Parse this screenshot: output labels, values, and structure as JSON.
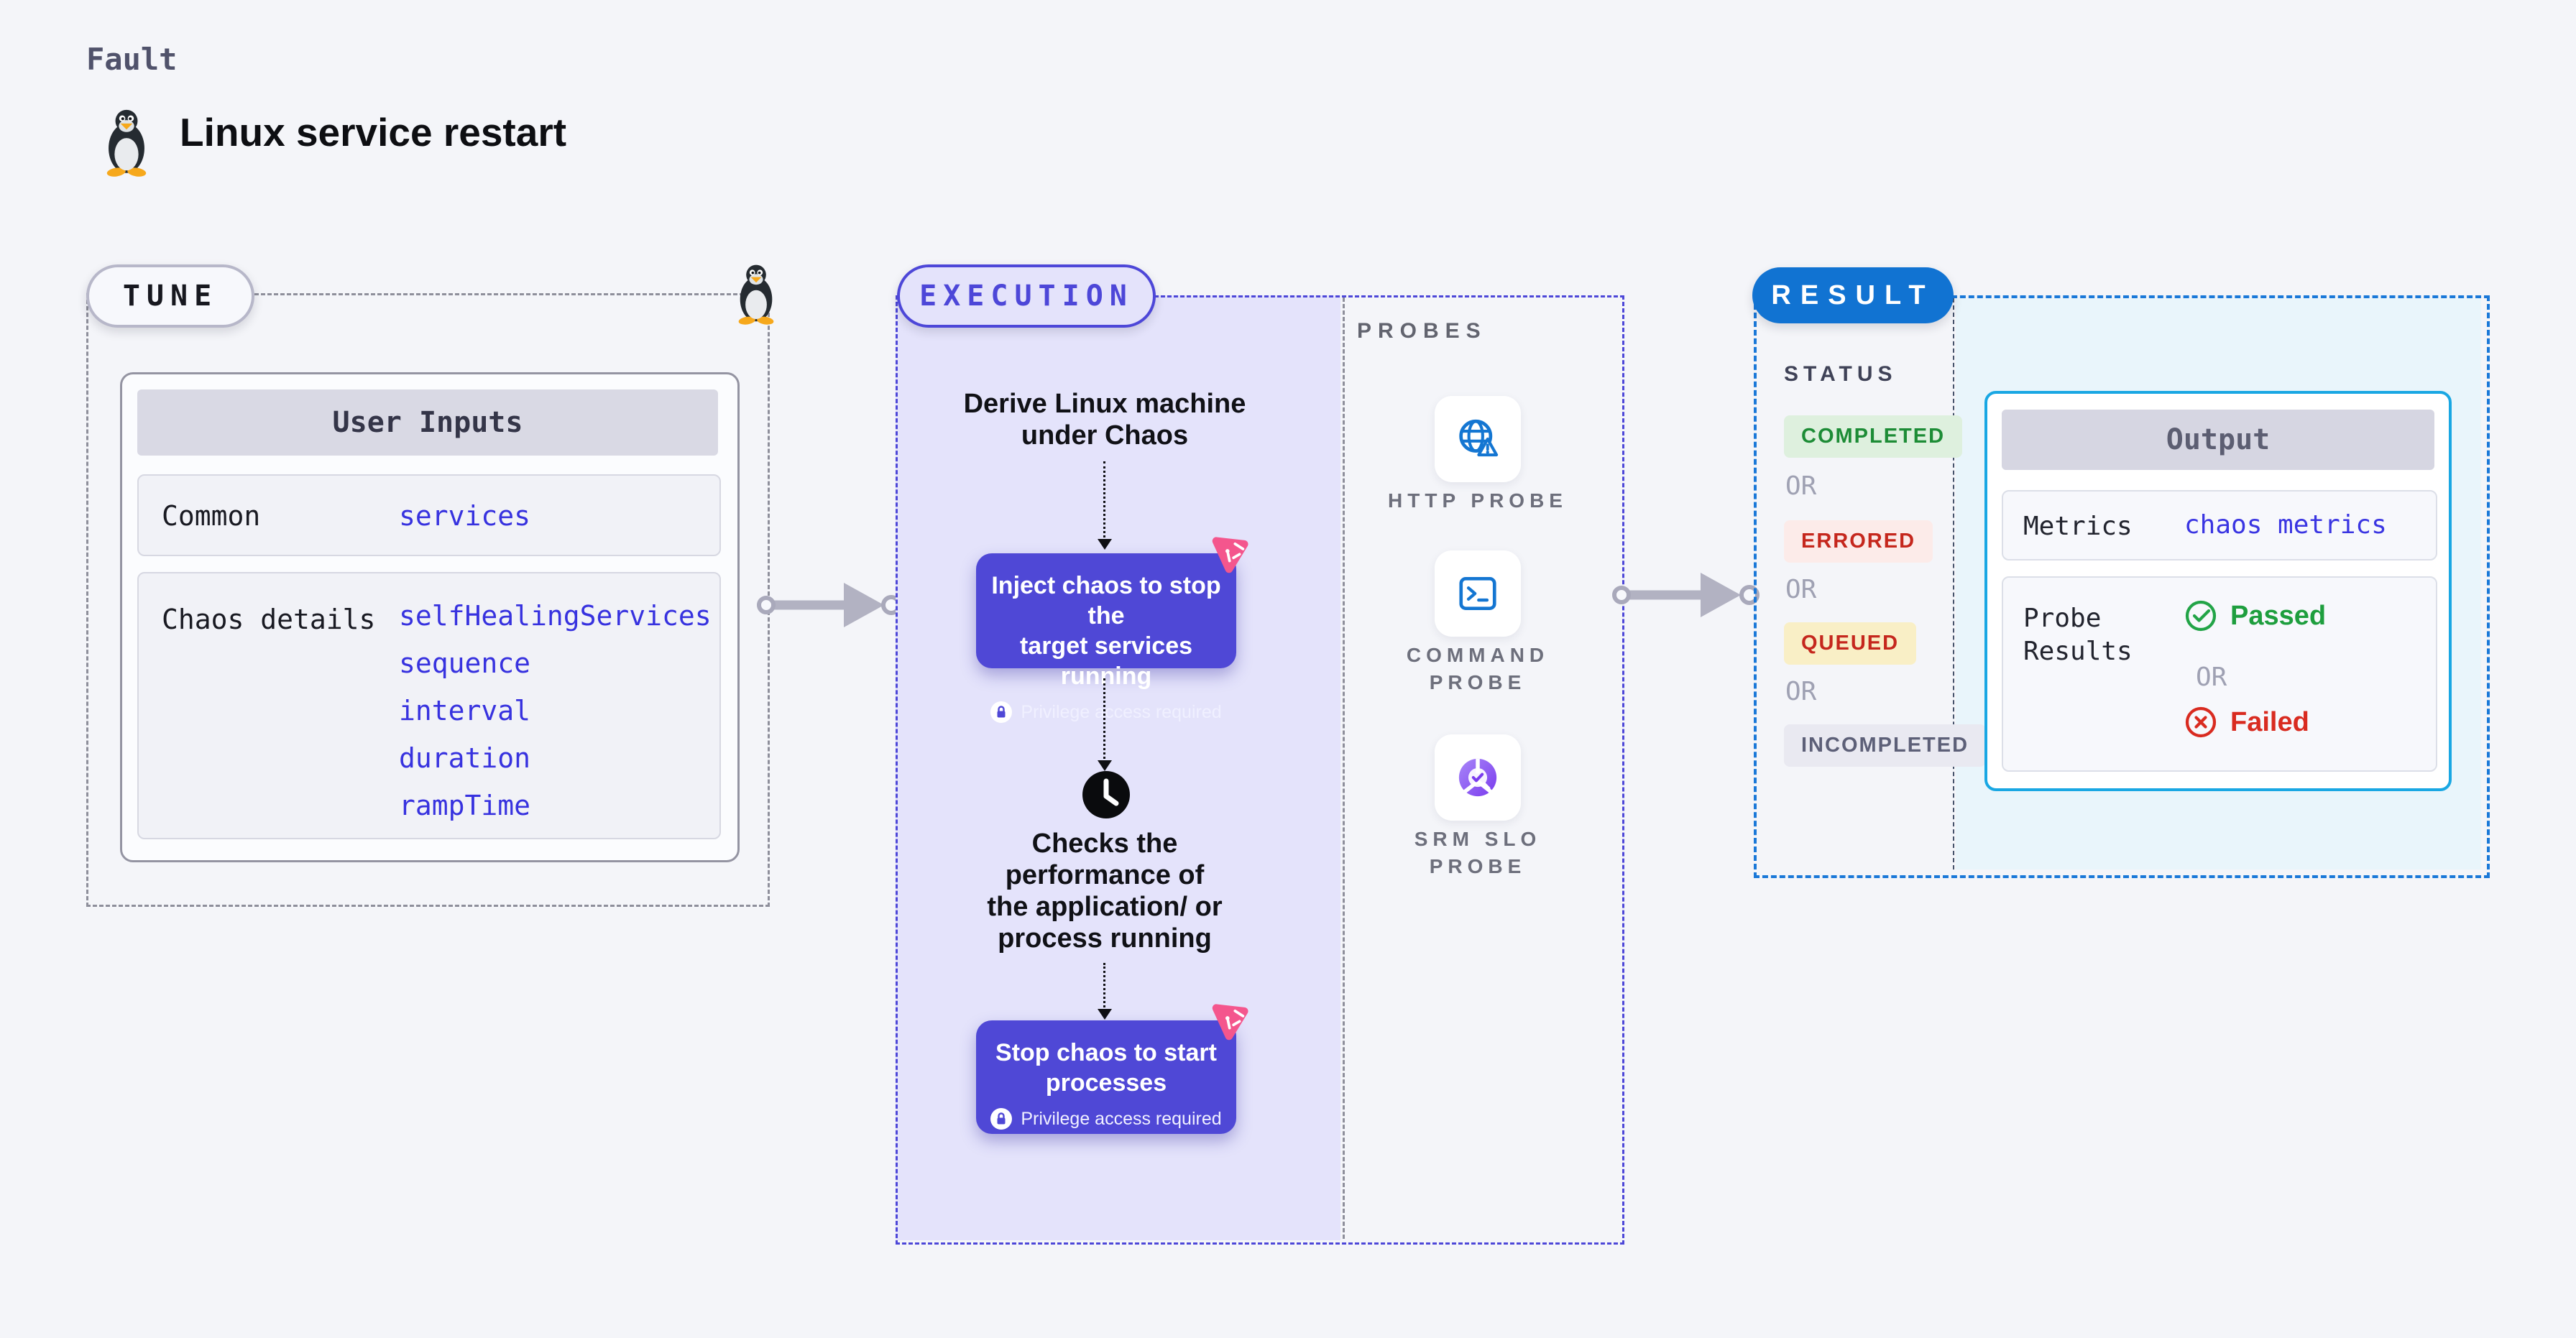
{
  "colors": {
    "page_bg": "#f4f5f9",
    "execution_accent": "#4d47d8",
    "execution_fill": "#e4e3fb",
    "chaos_button": "#4f48d6",
    "value_blue": "#3732df",
    "result_blue": "#1173d2",
    "result_border": "#1a78d8",
    "output_border": "#19a7e3",
    "success_green": "#1d8c36",
    "error_red": "#c5271d",
    "chaos_pink": "#f4568d"
  },
  "header": {
    "fault_label": "Fault",
    "title": "Linux service restart"
  },
  "tune": {
    "pill": "TUNE",
    "user_inputs": {
      "header": "User Inputs",
      "rows": [
        {
          "label": "Common",
          "values": [
            "services"
          ]
        },
        {
          "label": "Chaos details",
          "values": [
            "selfHealingServices",
            "sequence",
            "interval",
            "duration",
            "rampTime"
          ]
        }
      ]
    }
  },
  "execution": {
    "pill": "EXECUTION",
    "derive_lines": [
      "Derive Linux machine",
      "under Chaos"
    ],
    "inject_lines": [
      "Inject chaos to stop the",
      "target services running"
    ],
    "privilege_note": "Privilege access required",
    "checks_lines": [
      "Checks the",
      "performance of",
      "the application/ or",
      "process running"
    ],
    "stop_lines": [
      "Stop chaos to start",
      "processes"
    ]
  },
  "probes": {
    "title": "PROBES",
    "items": [
      {
        "label": "HTTP PROBE",
        "icon": "globe-alert-icon"
      },
      {
        "label": "COMMAND PROBE",
        "icon": "terminal-icon"
      },
      {
        "label": "SRM SLO PROBE",
        "icon": "slo-donut-icon"
      }
    ]
  },
  "result": {
    "pill": "RESULT",
    "status_title": "STATUS",
    "or_label": "OR",
    "statuses": [
      {
        "label": "COMPLETED"
      },
      {
        "label": "ERRORED"
      },
      {
        "label": "QUEUED"
      },
      {
        "label": "INCOMPLETED"
      }
    ],
    "output": {
      "header": "Output",
      "metrics_label": "Metrics",
      "metrics_value": "chaos metrics",
      "probe_results_label": "Probe Results",
      "passed_label": "Passed",
      "or_label": "OR",
      "failed_label": "Failed"
    }
  }
}
